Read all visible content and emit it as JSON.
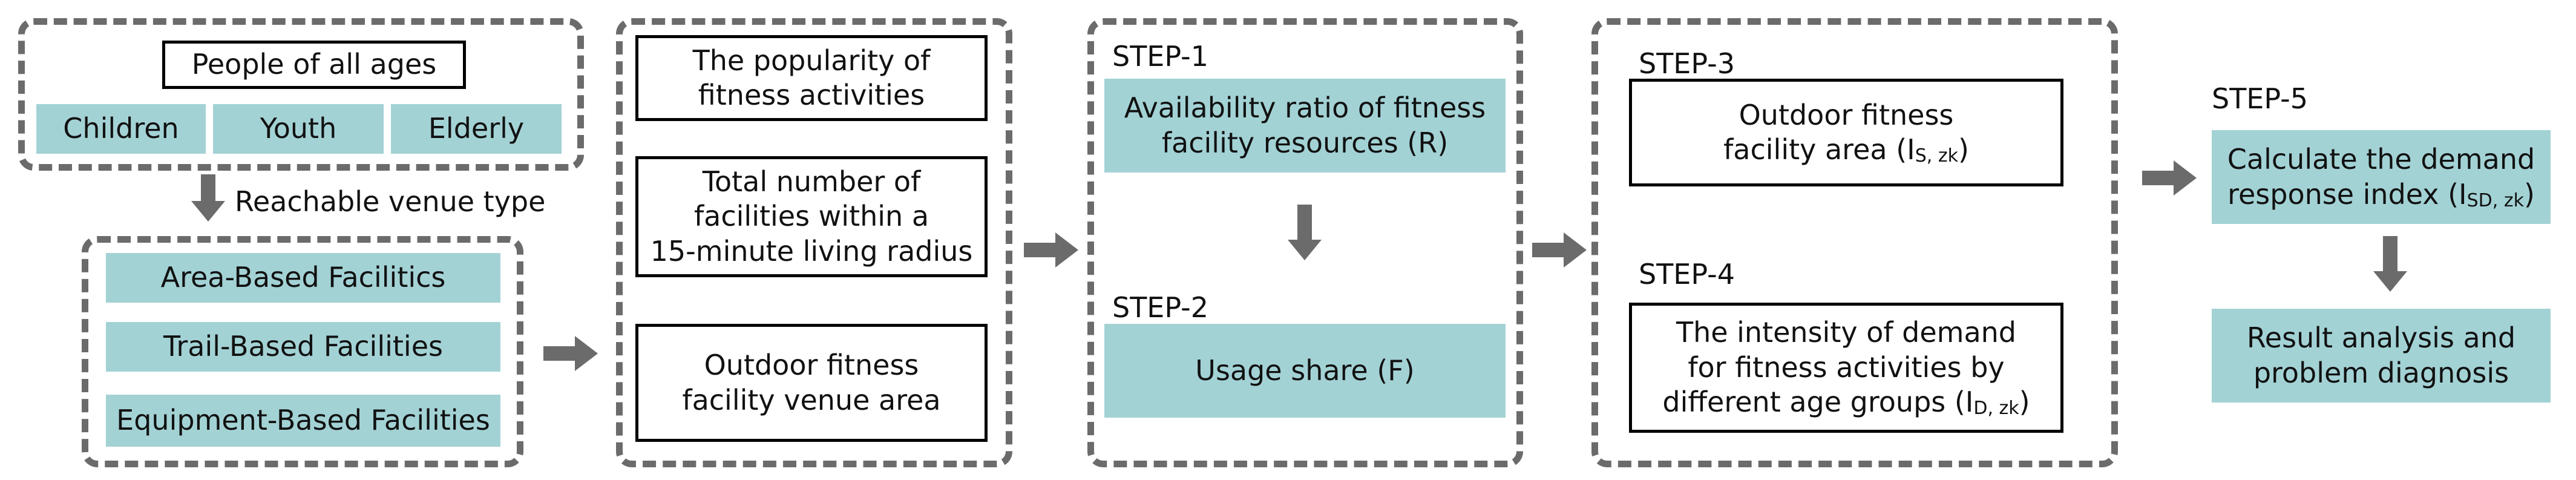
{
  "group1": {
    "title": "People of all ages",
    "ages": [
      "Children",
      "Youth",
      "Elderly"
    ],
    "arrow_label": "Reachable venue type",
    "facilities": [
      "Area-Based Facilitics",
      "Trail-Based Facilities",
      "Equipment-Based Facilities"
    ]
  },
  "group2": {
    "items": [
      "The popularity of\nfitness activities",
      "Total number of\nfacilities within a\n15-minute living radius",
      "Outdoor fitness\nfacility venue area"
    ]
  },
  "group3": {
    "step1_label": "STEP-1",
    "step1_box": "Availability ratio of fitness\nfacility resources (R)",
    "step2_label": "STEP-2",
    "step2_box": "Usage share (F)"
  },
  "group4": {
    "step3_label": "STEP-3",
    "step3_text": "Outdoor fitness\nfacility area (I",
    "step3_sub": "S, zk",
    "step3_end": ")",
    "step4_label": "STEP-4",
    "step4_text": "The intensity of demand\nfor fitness activities by\ndifferent age groups (I",
    "step4_sub": "D, zk",
    "step4_end": ")"
  },
  "group5": {
    "step5_label": "STEP-5",
    "calc_text": "Calculate the demand\nresponse index (I",
    "calc_sub": "SD, zk",
    "calc_end": ")",
    "result": "Result analysis and\nproblem diagnosis"
  },
  "colors": {
    "teal": "#a3d2d5",
    "dash": "#6b6b6b",
    "arrow": "#6b6b6b"
  }
}
